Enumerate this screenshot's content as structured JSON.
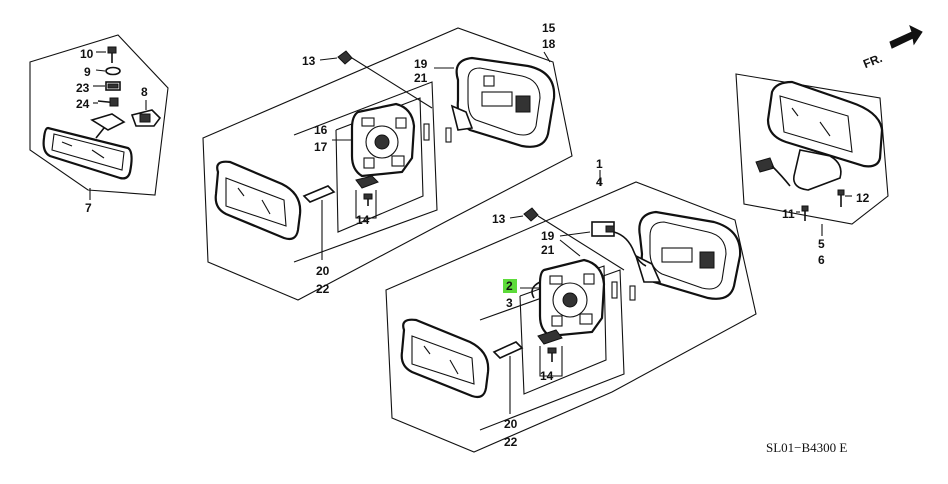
{
  "diagram_code": "SL01−B4300 E",
  "direction_marker": "FR.",
  "highlighted_callout": "2",
  "callouts": {
    "c10": "10",
    "c9": "9",
    "c23": "23",
    "c24": "24",
    "c8": "8",
    "c7": "7",
    "c13a": "13",
    "c19a": "19",
    "c21a": "21",
    "c15": "15",
    "c18": "18",
    "c16": "16",
    "c17": "17",
    "c14a": "14",
    "c20a": "20",
    "c22a": "22",
    "c1": "1",
    "c4": "4",
    "c13b": "13",
    "c19b": "19",
    "c21b": "21",
    "c2": "2",
    "c3": "3",
    "c14b": "14",
    "c20b": "20",
    "c22b": "22",
    "c12": "12",
    "c11": "11",
    "c5": "5",
    "c6": "6"
  }
}
